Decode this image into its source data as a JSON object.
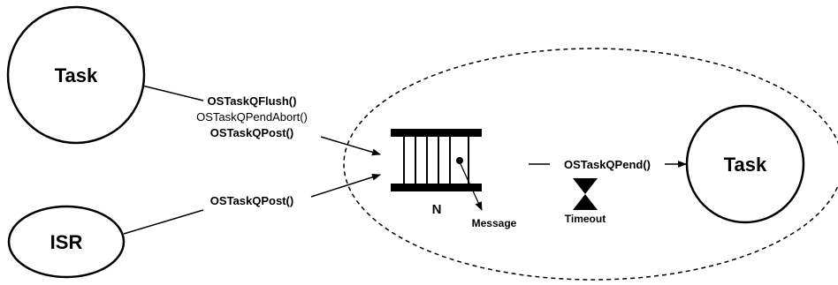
{
  "nodes": {
    "task_left": "Task",
    "isr": "ISR",
    "task_right": "Task"
  },
  "calls": {
    "flush": "OSTaskQFlush()",
    "pend_abort": "OSTaskQPendAbort()",
    "post_task": "OSTaskQPost()",
    "post_isr": "OSTaskQPost()",
    "pend": "OSTaskQPend()"
  },
  "queue": {
    "size_label": "N",
    "message_label": "Message"
  },
  "timeout_label": "Timeout"
}
